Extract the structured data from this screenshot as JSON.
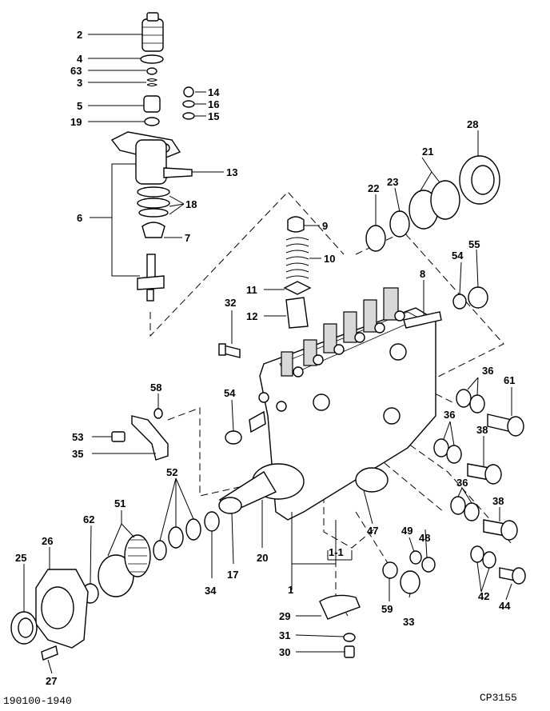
{
  "diagram": {
    "footer_left": "190100-1940",
    "footer_right": "CP3155",
    "callouts": [
      {
        "id": "c2",
        "text": "2"
      },
      {
        "id": "c4",
        "text": "4"
      },
      {
        "id": "c63",
        "text": "63"
      },
      {
        "id": "c3",
        "text": "3"
      },
      {
        "id": "c5",
        "text": "5"
      },
      {
        "id": "c19",
        "text": "19"
      },
      {
        "id": "c14",
        "text": "14"
      },
      {
        "id": "c16",
        "text": "16"
      },
      {
        "id": "c15",
        "text": "15"
      },
      {
        "id": "c13",
        "text": "13"
      },
      {
        "id": "c18",
        "text": "18"
      },
      {
        "id": "c6",
        "text": "6"
      },
      {
        "id": "c7",
        "text": "7"
      },
      {
        "id": "c28",
        "text": "28"
      },
      {
        "id": "c21",
        "text": "21"
      },
      {
        "id": "c22",
        "text": "22"
      },
      {
        "id": "c23",
        "text": "23"
      },
      {
        "id": "c9",
        "text": "9"
      },
      {
        "id": "c10",
        "text": "10"
      },
      {
        "id": "c11",
        "text": "11"
      },
      {
        "id": "c12",
        "text": "12"
      },
      {
        "id": "c54a",
        "text": "54"
      },
      {
        "id": "c55",
        "text": "55"
      },
      {
        "id": "c8",
        "text": "8"
      },
      {
        "id": "c32",
        "text": "32"
      },
      {
        "id": "c36a",
        "text": "36"
      },
      {
        "id": "c61",
        "text": "61"
      },
      {
        "id": "c58",
        "text": "58"
      },
      {
        "id": "c54b",
        "text": "54"
      },
      {
        "id": "c36b",
        "text": "36"
      },
      {
        "id": "c38a",
        "text": "38"
      },
      {
        "id": "c53",
        "text": "53"
      },
      {
        "id": "c35",
        "text": "35"
      },
      {
        "id": "c52",
        "text": "52"
      },
      {
        "id": "c36c",
        "text": "36"
      },
      {
        "id": "c51",
        "text": "51"
      },
      {
        "id": "c38b",
        "text": "38"
      },
      {
        "id": "c62",
        "text": "62"
      },
      {
        "id": "c26",
        "text": "26"
      },
      {
        "id": "c25",
        "text": "25"
      },
      {
        "id": "c20",
        "text": "20"
      },
      {
        "id": "c47",
        "text": "47"
      },
      {
        "id": "c49",
        "text": "49"
      },
      {
        "id": "c48",
        "text": "48"
      },
      {
        "id": "c34",
        "text": "34"
      },
      {
        "id": "c17",
        "text": "17"
      },
      {
        "id": "c1-1",
        "text": "1-1"
      },
      {
        "id": "c1",
        "text": "1"
      },
      {
        "id": "c59",
        "text": "59"
      },
      {
        "id": "c33",
        "text": "33"
      },
      {
        "id": "c42",
        "text": "42"
      },
      {
        "id": "c44",
        "text": "44"
      },
      {
        "id": "c29",
        "text": "29"
      },
      {
        "id": "c31",
        "text": "31"
      },
      {
        "id": "c30",
        "text": "30"
      },
      {
        "id": "c27",
        "text": "27"
      }
    ]
  }
}
